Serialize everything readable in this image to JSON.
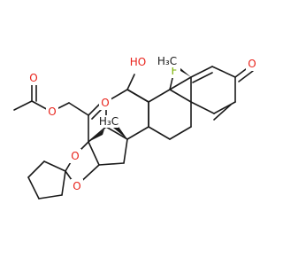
{
  "colors": {
    "bond": "#1a1a1a",
    "oxygen": "#e8221a",
    "fluorine": "#78b000",
    "carbon_label": "#1a1a1a"
  },
  "labels": {
    "keto_o": "O",
    "f": "F",
    "oh": "HO",
    "methyl_c10": "H₃C",
    "methyl_c13": "H₃C",
    "ketone_o": "O",
    "ester_o": "O",
    "acetyl_o": "O",
    "ring_o_upper": "O",
    "ring_o_lower": "O"
  }
}
